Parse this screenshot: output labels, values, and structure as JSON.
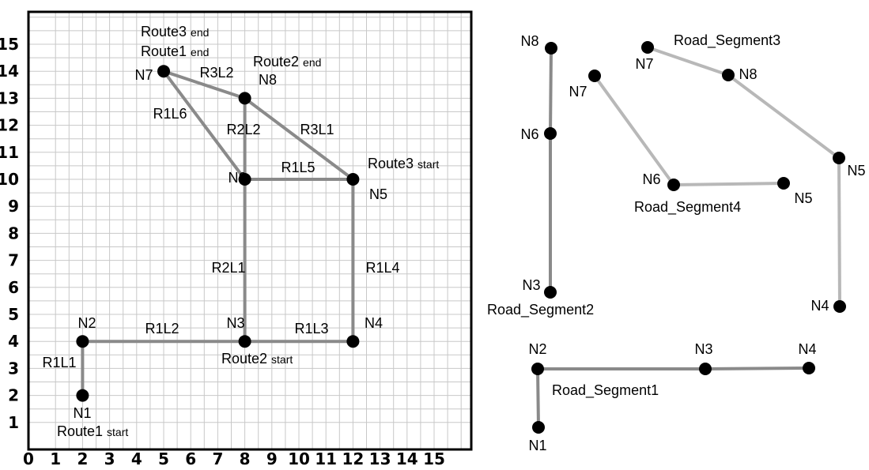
{
  "grid_axis": {
    "x_ticks": [
      "0",
      "1",
      "2",
      "3",
      "4",
      "5",
      "6",
      "7",
      "8",
      "9",
      "10",
      "11",
      "12",
      "13",
      "14",
      "15"
    ],
    "y_ticks": [
      "1",
      "2",
      "3",
      "4",
      "5",
      "6",
      "7",
      "8",
      "9",
      "10",
      "11",
      "12",
      "13",
      "14",
      "15"
    ]
  },
  "nodes": [
    {
      "id": "N1",
      "x": 2,
      "y": 2
    },
    {
      "id": "N2",
      "x": 2,
      "y": 4
    },
    {
      "id": "N3",
      "x": 8,
      "y": 4
    },
    {
      "id": "N4",
      "x": 12,
      "y": 4
    },
    {
      "id": "N5",
      "x": 12,
      "y": 10
    },
    {
      "id": "N6",
      "x": 8,
      "y": 10
    },
    {
      "id": "N7",
      "x": 5,
      "y": 14
    },
    {
      "id": "N8",
      "x": 8,
      "y": 13
    }
  ],
  "links": [
    {
      "id": "R1L1",
      "from": "N1",
      "to": "N2"
    },
    {
      "id": "R1L2",
      "from": "N2",
      "to": "N3"
    },
    {
      "id": "R1L3",
      "from": "N3",
      "to": "N4"
    },
    {
      "id": "R1L4",
      "from": "N4",
      "to": "N5"
    },
    {
      "id": "R1L5",
      "from": "N5",
      "to": "N6"
    },
    {
      "id": "R1L6",
      "from": "N6",
      "to": "N7"
    },
    {
      "id": "R2L1",
      "from": "N3",
      "to": "N6"
    },
    {
      "id": "R2L2",
      "from": "N6",
      "to": "N8"
    },
    {
      "id": "R3L1",
      "from": "N5",
      "to": "N8"
    },
    {
      "id": "R3L2",
      "from": "N8",
      "to": "N7"
    }
  ],
  "route_labels": [
    {
      "id": "route1-start",
      "name": "Route1",
      "suffix": "start"
    },
    {
      "id": "route2-start",
      "name": "Route2",
      "suffix": "start"
    },
    {
      "id": "route3-start",
      "name": "Route3",
      "suffix": "start"
    },
    {
      "id": "route1-end",
      "name": "Route1",
      "suffix": "end"
    },
    {
      "id": "route2-end",
      "name": "Route2",
      "suffix": "end"
    },
    {
      "id": "route3-end",
      "name": "Route3",
      "suffix": "end"
    }
  ],
  "segments": [
    {
      "id": "seg1",
      "name": "Road_Segment1",
      "nodes": [
        "N1",
        "N2",
        "N3",
        "N4"
      ]
    },
    {
      "id": "seg2",
      "name": "Road_Segment2",
      "nodes": [
        "N3",
        "N6",
        "N8"
      ]
    },
    {
      "id": "seg3",
      "name": "Road_Segment3",
      "nodes": [
        "N7",
        "N8",
        "N5",
        "N4"
      ]
    },
    {
      "id": "seg4",
      "name": "Road_Segment4",
      "nodes": [
        "N7",
        "N6",
        "N5"
      ]
    }
  ],
  "colors": {
    "route_line": "#8a8a8a",
    "segment_dark": "#8a8a8a",
    "segment_light": "#b8b8b8",
    "grid": "#c8c8c8",
    "frame": "#000000",
    "node": "#000000"
  }
}
